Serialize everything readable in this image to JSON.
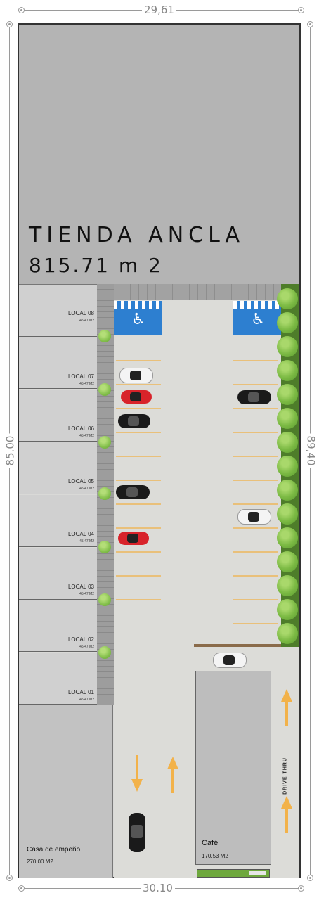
{
  "dimensions": {
    "top": "29,61",
    "bottom": "30.10",
    "left": "85.00",
    "right": "89,40"
  },
  "anchor_store": {
    "title": "TIENDA ANCLA",
    "area": "815.71 m 2"
  },
  "locales": [
    {
      "label": "LOCAL 08",
      "area": "45.47 M2"
    },
    {
      "label": "LOCAL 07",
      "area": "45.47 M2"
    },
    {
      "label": "LOCAL 06",
      "area": "45.47 M2"
    },
    {
      "label": "LOCAL 05",
      "area": "45.47 M2"
    },
    {
      "label": "LOCAL 04",
      "area": "45.47 M2"
    },
    {
      "label": "LOCAL 03",
      "area": "45.47 M2"
    },
    {
      "label": "LOCAL 02",
      "area": "45.47 M2"
    },
    {
      "label": "LOCAL 01",
      "area": "45.47 M2"
    }
  ],
  "casa": {
    "label": "Casa de empeño",
    "area": "270.00 M2"
  },
  "cafe": {
    "label": "Café",
    "area": "170.53 M2"
  },
  "drive_thru": "DRIVE THRU",
  "colors": {
    "handicap_blue": "#2d7fd0",
    "stall_line": "#e9c07a",
    "tree_green": "#7cba44",
    "arrow_orange": "#f2b24a"
  },
  "icons": [
    "wheelchair-icon",
    "tree-icon",
    "car-icon",
    "arrow-icon"
  ]
}
